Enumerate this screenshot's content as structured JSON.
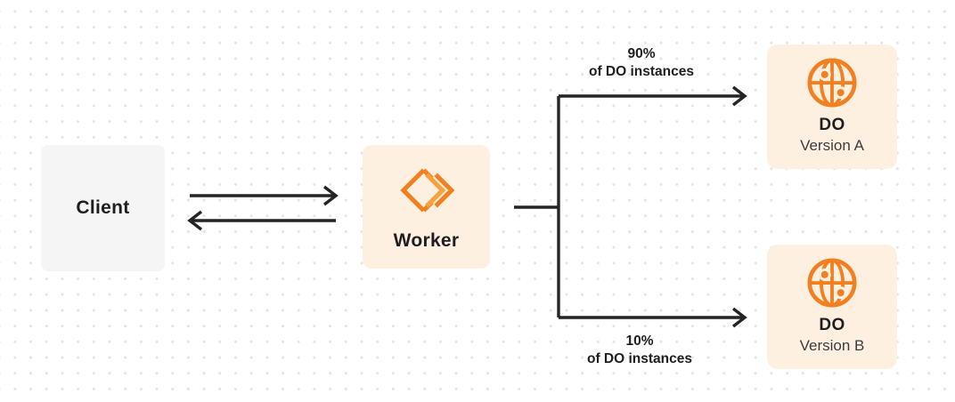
{
  "diagram": {
    "nodes": {
      "client": {
        "label": "Client"
      },
      "worker": {
        "label": "Worker",
        "icon": "cloudflare-workers-icon"
      },
      "do_a": {
        "title": "DO",
        "subtitle": "Version A",
        "icon": "durable-objects-globe-icon"
      },
      "do_b": {
        "title": "DO",
        "subtitle": "Version B",
        "icon": "durable-objects-globe-icon"
      }
    },
    "edges": {
      "client_worker": {
        "style": "bidirectional-arrows"
      },
      "top_branch": {
        "percent": "90%",
        "caption": "of DO instances"
      },
      "bottom_branch": {
        "percent": "10%",
        "caption": "of DO instances"
      }
    }
  },
  "colors": {
    "accent_orange": "#f38020",
    "accent_light": "#f8a13d",
    "box_cream": "#fdf0e1",
    "box_gray": "#f5f5f6",
    "line_dark": "#232426",
    "text_dark": "#1e1e20",
    "text_secondary": "#3c3c3e",
    "dot_grid": "#e3e3e6"
  }
}
